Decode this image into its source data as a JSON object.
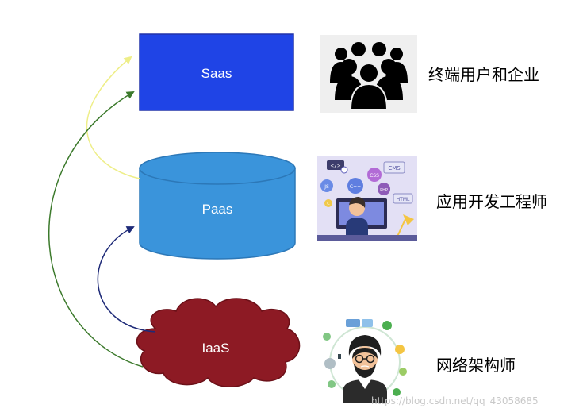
{
  "nodes": {
    "saas": {
      "label": "Saas"
    },
    "paas": {
      "label": "Paas"
    },
    "iaas": {
      "label": "IaaS"
    }
  },
  "roles": {
    "saas": "终端用户和企业",
    "paas": "应用开发工程师",
    "iaas": "网络架构师"
  },
  "paas_illustration": {
    "tags": [
      "</>",
      "CSS",
      "CMS",
      "C++",
      "PHP",
      "HTML",
      "JS",
      "C"
    ]
  },
  "colors": {
    "saas_fill": "#1f44e6",
    "paas_fill": "#3a94db",
    "iaas_fill": "#8d1a24",
    "arrow_yellow": "#eeee88",
    "arrow_green": "#3c7a2c",
    "arrow_navy": "#1e2a78"
  },
  "watermark": "https://blog.csdn.net/qq_43058685"
}
